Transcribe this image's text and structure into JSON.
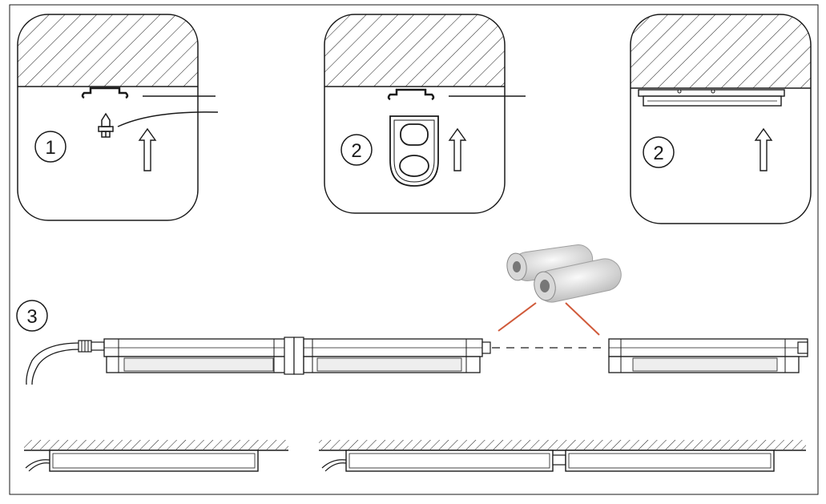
{
  "steps": {
    "panel1": {
      "number": "1"
    },
    "panel2": {
      "number": "2"
    },
    "panel3": {
      "number": "2"
    },
    "section3": {
      "number": "3"
    }
  },
  "colors": {
    "line": "#1a1a1a",
    "connector_accent": "#d05a3a",
    "panel_bg": "#ffffff",
    "tube_fill": "#eeeeee"
  },
  "icons": {
    "arrow": "up-arrow-icon",
    "clip": "mounting-clip-icon",
    "screw": "screw-icon",
    "bracket": "mounting-bracket-icon",
    "connector": "connector-tube-icon"
  }
}
